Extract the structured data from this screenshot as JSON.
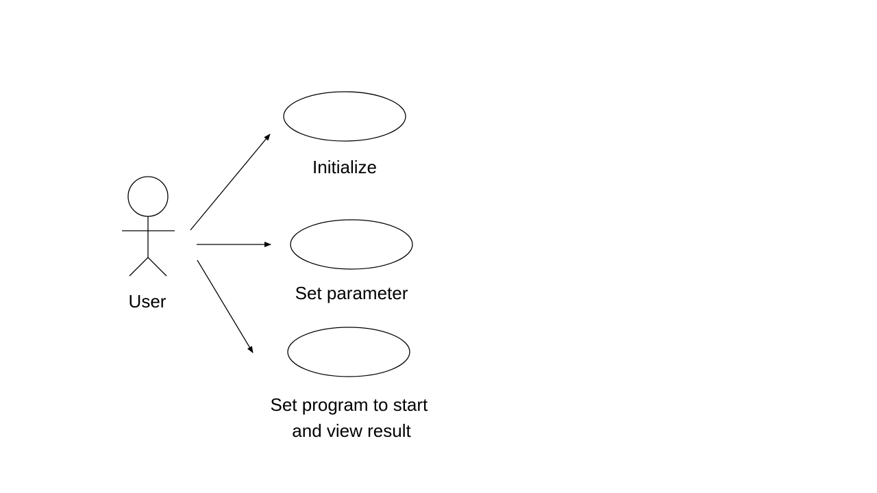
{
  "diagram": {
    "actor": {
      "label": "User",
      "icon": "stick-figure-icon"
    },
    "use_cases": [
      {
        "label": "Initialize"
      },
      {
        "label": "Set parameter"
      },
      {
        "label_lines": [
          "Set program to start",
          "and view result"
        ]
      }
    ],
    "colors": {
      "background": "#ffffff",
      "line": "#000000",
      "text": "#000000"
    }
  }
}
